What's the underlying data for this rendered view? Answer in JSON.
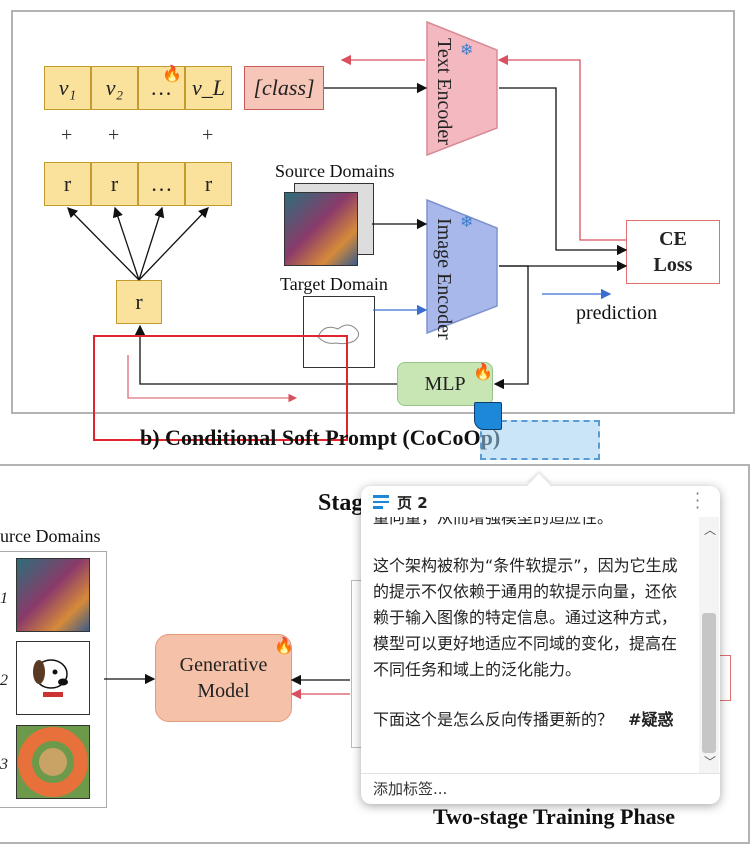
{
  "top_diagram": {
    "prompt_tokens": [
      "v₁",
      "v₂",
      "…",
      "v_L"
    ],
    "class_token": "[class]",
    "r_tokens": [
      "r",
      "r",
      "…",
      "r"
    ],
    "plus_symbol": "+",
    "r_single": "r",
    "text_encoder": "Text Encoder",
    "image_encoder": "Image Encoder",
    "source_domains_label": "Source Domains",
    "target_domain_label": "Target Domain",
    "ce_loss": "CE Loss",
    "prediction": "prediction",
    "mlp": "MLP",
    "caption": "b) Conditional Soft Prompt (CoCoOp)",
    "caption_highlight": "CoCoOp"
  },
  "bottom_diagram": {
    "stage_title_partial": "Stag",
    "source_domains_label": "urce Domains",
    "row_numbers": [
      "1",
      "2",
      "3"
    ],
    "generative_model": "Generative Model",
    "footer_title": "Two-stage Training Phase"
  },
  "annotation_popup": {
    "page_label": "页 2",
    "text_top_cut": "量向量，从而增强模型的适应性。",
    "paragraph": "这个架构被称为“条件软提示”，因为它生成的提示不仅依赖于通用的软提示向量，还依赖于输入图像的特定信息。通过这种方式，模型可以更好地适应不同域的变化，提高在不同任务和域上的泛化能力。",
    "question": "下面这个是怎么反向传播更新的？",
    "tag_inline": "#疑惑",
    "add_tag": "添加标签..."
  },
  "colors": {
    "token_fill": "#fae29c",
    "text_encoder": "#f3b8c0",
    "image_encoder": "#a9b8ea",
    "mlp": "#c7e6b4",
    "generative_model": "#f6c1a9",
    "selection_red": "#e0262b",
    "highlight_blue": "#9fd0f2"
  }
}
